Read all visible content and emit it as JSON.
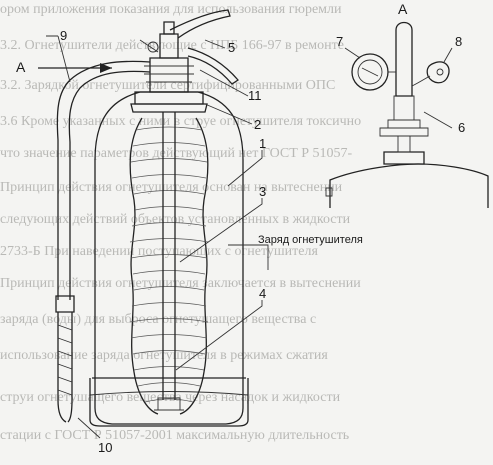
{
  "background_text": [
    "ором приложения показания для использования гюремли",
    "3.2. Огнетушители действующие с НПБ 166-97 в ремонте",
    "3.2. Зарядкой огнетушители сертифицированными ОПС",
    "3.6 Кроме указанных с ними в струе огнетушителя токсично",
    "что значение параметров действующий нет ГОСТ Р 51057-",
    "Принцип действия огнетушителя основан на вытеснении",
    "следующих действий объектов установленных в жидкости",
    "2733-Б При наведении поступающих с огнетушителя",
    "Принцип действия огнетушителя заключается в вытеснении",
    "заряда (воды) для выброса огнетушащего вещества с",
    "использование заряда огнетушителя в режимах сжатия",
    "струи огнетушащего вещества через насадок и жидкости",
    "стации с ГОСТ Р 51057-2001 максимальную длительность"
  ],
  "view_label": "А",
  "view_arrow_label": "А",
  "charge_label": "Заряд огнетушителя",
  "callouts": [
    "1",
    "2",
    "3",
    "4",
    "5",
    "6",
    "7",
    "8",
    "9",
    "10",
    "11"
  ]
}
